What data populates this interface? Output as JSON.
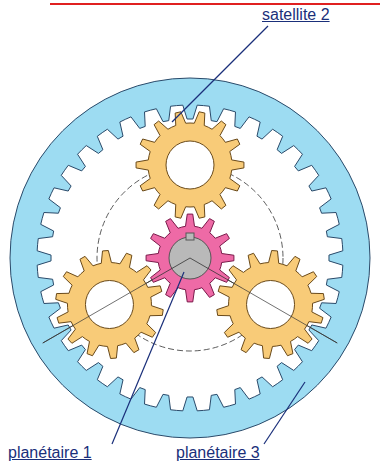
{
  "diagram": {
    "labels": [
      "satellite 2",
      "planétaire 1",
      "planétaire 3"
    ]
  }
}
